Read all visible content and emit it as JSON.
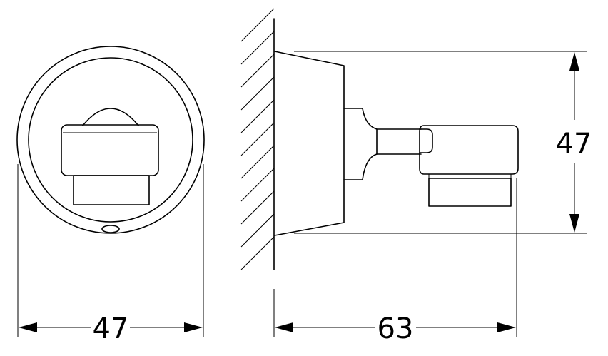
{
  "dimensions": {
    "front_width": "47",
    "side_depth": "63",
    "side_height": "47"
  },
  "colors": {
    "stroke": "#000000",
    "background": "#ffffff"
  }
}
